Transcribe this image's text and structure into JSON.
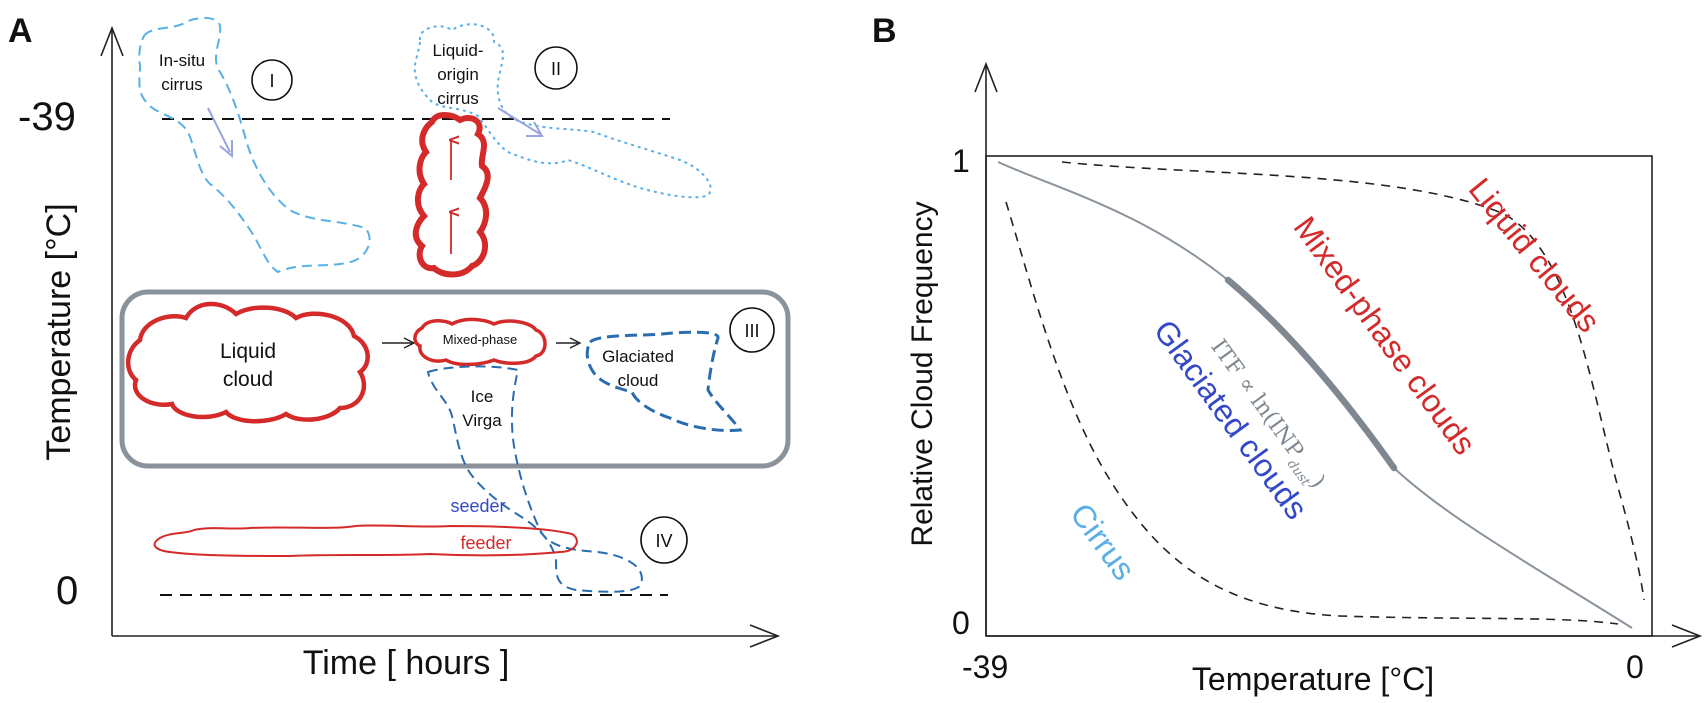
{
  "panelA": {
    "panel_label": "A",
    "y_axis_label": "Temperature [°C]",
    "x_axis_label": "Time [ hours ]",
    "y_tick_top": "-39",
    "y_tick_bottom": "0",
    "cloud_I": {
      "label_line1": "In-situ",
      "label_line2": "cirrus",
      "roman": "I"
    },
    "cloud_II": {
      "label_line1": "Liquid-",
      "label_line2": "origin",
      "label_line3": "cirrus",
      "roman": "II"
    },
    "cloud_III": {
      "roman": "III",
      "liquid_line1": "Liquid",
      "liquid_line2": "cloud",
      "mixed": "Mixed-phase",
      "glaciated_line1": "Glaciated",
      "glaciated_line2": "cloud",
      "virga_line1": "Ice",
      "virga_line2": "Virga"
    },
    "cloud_IV": {
      "seeder": "seeder",
      "feeder": "feeder",
      "roman": "IV"
    }
  },
  "panelB": {
    "panel_label": "B",
    "y_axis_label": "Relative Cloud Frequency",
    "x_axis_label": "Temperature [°C]",
    "y_tick_top": "1",
    "y_tick_bottom": "0",
    "x_tick_left": "-39",
    "x_tick_right": "0",
    "regions": {
      "liquid": "Liquid clouds",
      "mixed": "Mixed-phase clouds",
      "glaciated": "Glaciated clouds",
      "cirrus": "Cirrus"
    },
    "annotation_main": "ITF ∝ ln(INP",
    "annotation_sub": "dust",
    "annotation_close": ")"
  },
  "colors": {
    "red": "#d42a2a",
    "light_blue": "#5ab0e6",
    "dark_blue": "#2a6cb0",
    "navy_text": "#3348c8",
    "grey_box": "#8a939c",
    "axis": "#222222"
  }
}
